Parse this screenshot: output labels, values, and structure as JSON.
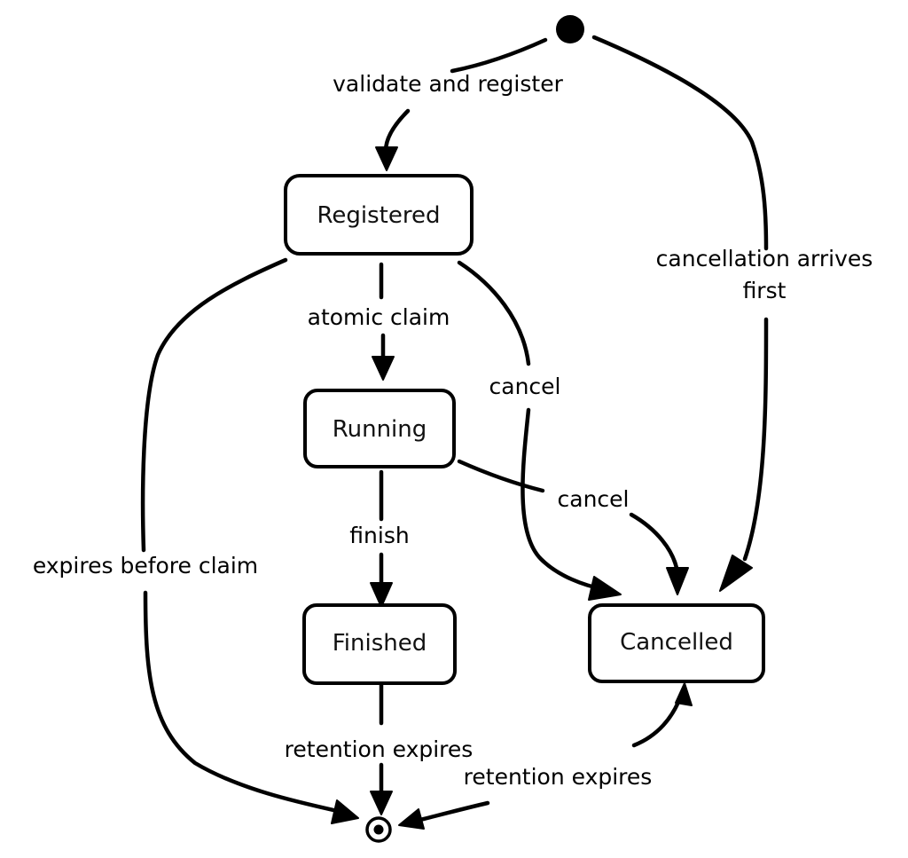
{
  "diagram": {
    "states": {
      "registered": "Registered",
      "running": "Running",
      "finished": "Finished",
      "cancelled": "Cancelled"
    },
    "transitions": {
      "validate": "validate and register",
      "cancellation_first_line1": "cancellation arrives",
      "cancellation_first_line2": "first",
      "atomic_claim": "atomic claim",
      "cancel_registered": "cancel",
      "cancel_running": "cancel",
      "finish": "finish",
      "expires_before_claim": "expires before claim",
      "retention_finished": "retention expires",
      "retention_cancelled": "retention expires"
    }
  }
}
